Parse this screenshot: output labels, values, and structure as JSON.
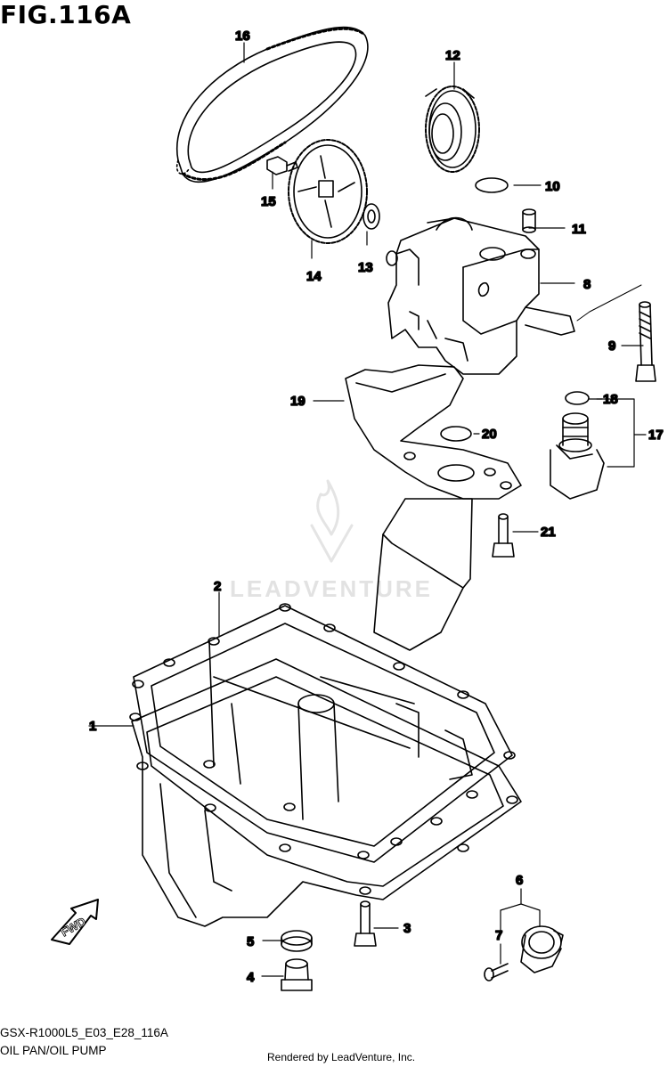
{
  "figure": {
    "title": "FIG.116A",
    "code": "GSX-R1000L5_E03_E28_116A",
    "caption": "OIL PAN/OIL PUMP",
    "rendered_by": "Rendered by LeadVenture, Inc.",
    "watermark": "LEADVENTURE"
  },
  "fwd_label": "FWD",
  "callouts": [
    "1",
    "2",
    "3",
    "4",
    "5",
    "6",
    "7",
    "8",
    "9",
    "10",
    "11",
    "12",
    "13",
    "14",
    "15",
    "16",
    "17",
    "18",
    "19",
    "20",
    "21"
  ]
}
